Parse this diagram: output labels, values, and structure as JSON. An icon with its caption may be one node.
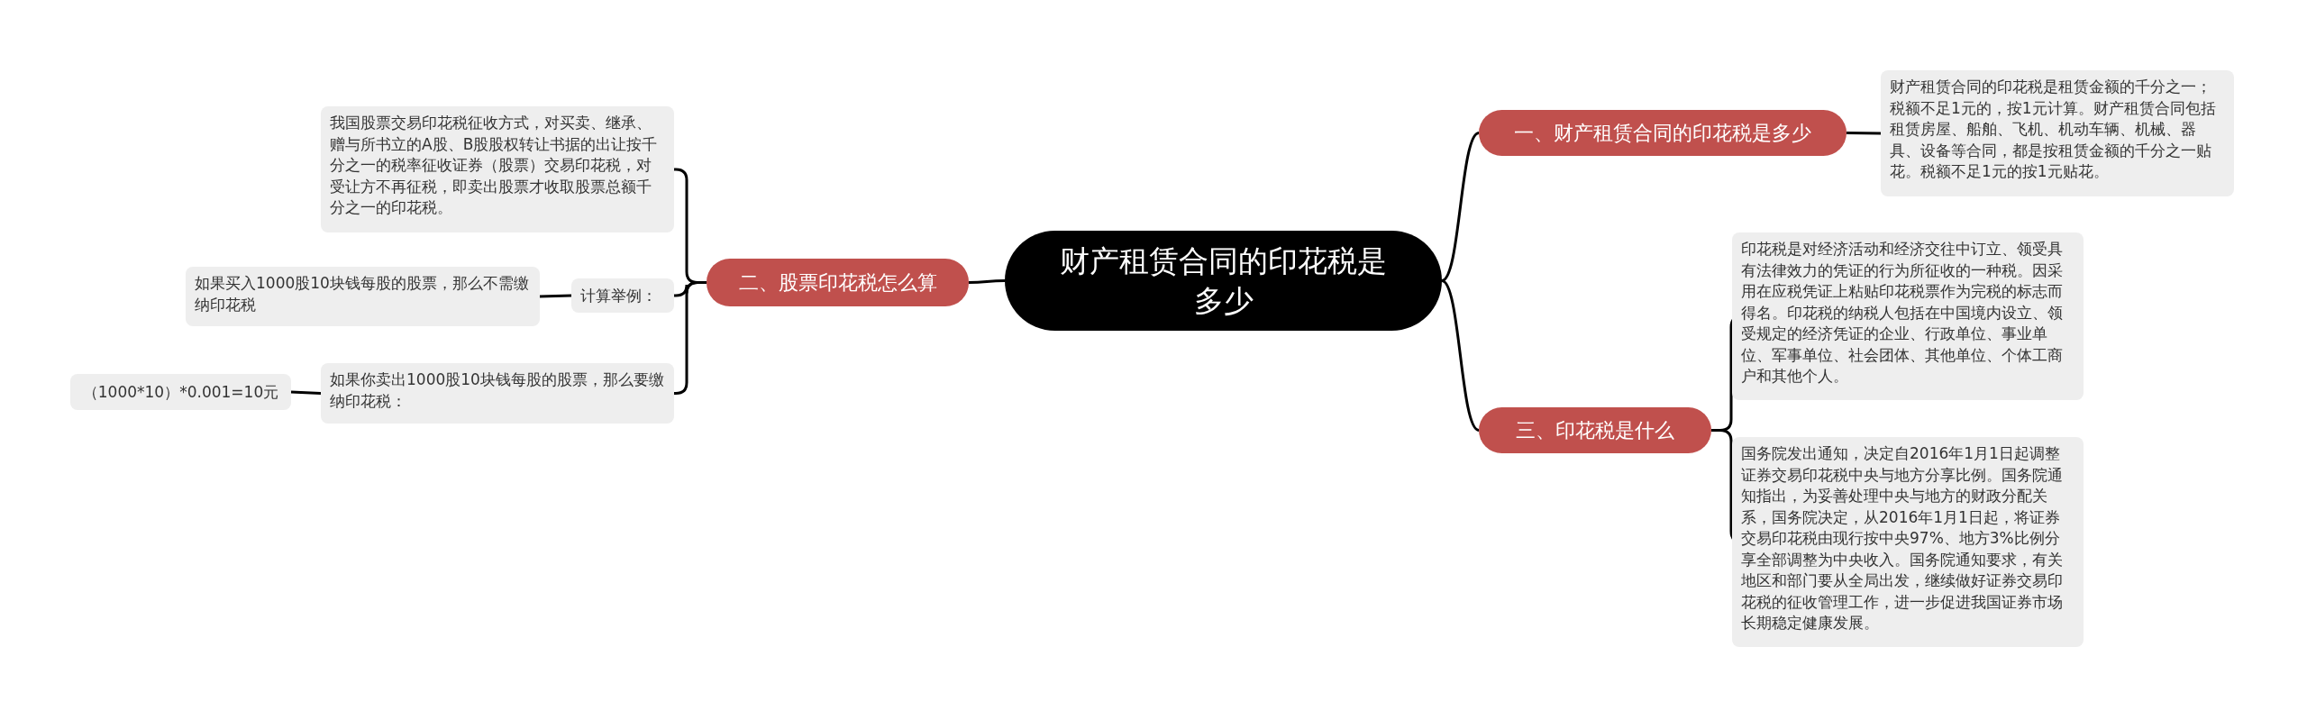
{
  "diagram": {
    "nodes": [
      {
        "text": [
          "财产租赁合同的印花税是多少"
        ]
      },
      {
        "text": [
          "一、财产租赁合同的印花税是多少"
        ]
      },
      {
        "text": [
          "财产租赁合同的印花税是租赁金额的千分之一；税额不足1元的，按1元计算。财产租赁合同包括租赁房屋、船舶、飞机、机动车辆、机械、器具、设备等合同，都是按租赁金额的千分之一贴花。税额不足1元的按1元贴花。"
        ]
      },
      {
        "text": [
          "三、印花税是什么"
        ]
      },
      {
        "text": [
          "印花税是对经济活动和经济交往中订立、领受具有法律效力的凭证的行为所征收的一种税。因采用在应税凭证上粘贴印花税票作为完税的标志而得名。印花税的纳税人包括在中国境内设立、领受规定的经济凭证的企业、行政单位、事业单位、军事单位、社会团体、其他单位、个体工商户和其他个人。"
        ]
      },
      {
        "text": [
          "国务院发出通知，决定自2016年1月1日起调整证券交易印花税中央与地方分享比例。国务院通知指出，为妥善处理中央与地方的财政分配关系，国务院决定，从2016年1月1日起，将证券交易印花税由现行按中央97%、地方3%比例分享全部调整为中央收入。国务院通知要求，有关地区和部门要从全局出发，继续做好证券交易印花税的征收管理工作，进一步促进我国证券市场长期稳定健康发展。"
        ]
      },
      {
        "text": [
          "二、股票印花税怎么算"
        ]
      },
      {
        "text": [
          "我国股票交易印花税征收方式，对买卖、继承、赠与所书立的A股、B股股权转让书据的出让按千分之一的税率征收证券（股票）交易印花税，对受让方不再征税，即卖出股票才收取股票总额千分之一的印花税。"
        ]
      },
      {
        "text": [
          "计算举例："
        ]
      },
      {
        "text": [
          "如果买入1000股10块钱每股的股票，那么不需缴纳印花税"
        ]
      },
      {
        "text": [
          "如果你卖出1000股10块钱每股的股票，那么要缴纳印花税："
        ]
      },
      {
        "text": [
          "（1000*10）*0.001=10元"
        ]
      }
    ],
    "edges": [
      {
        "from": 0,
        "to": 1,
        "arrow": "none"
      },
      {
        "from": 1,
        "to": 2,
        "arrow": "none"
      },
      {
        "from": 0,
        "to": 3,
        "arrow": "none"
      },
      {
        "from": 3,
        "to": 4,
        "arrow": "none"
      },
      {
        "from": 3,
        "to": 5,
        "arrow": "none"
      },
      {
        "from": 0,
        "to": 6,
        "arrow": "none"
      },
      {
        "from": 6,
        "to": 7,
        "arrow": "none"
      },
      {
        "from": 6,
        "to": 8,
        "arrow": "none"
      },
      {
        "from": 8,
        "to": 9,
        "arrow": "none"
      },
      {
        "from": 6,
        "to": 10,
        "arrow": "none"
      },
      {
        "from": 10,
        "to": 11,
        "arrow": "none"
      }
    ]
  }
}
